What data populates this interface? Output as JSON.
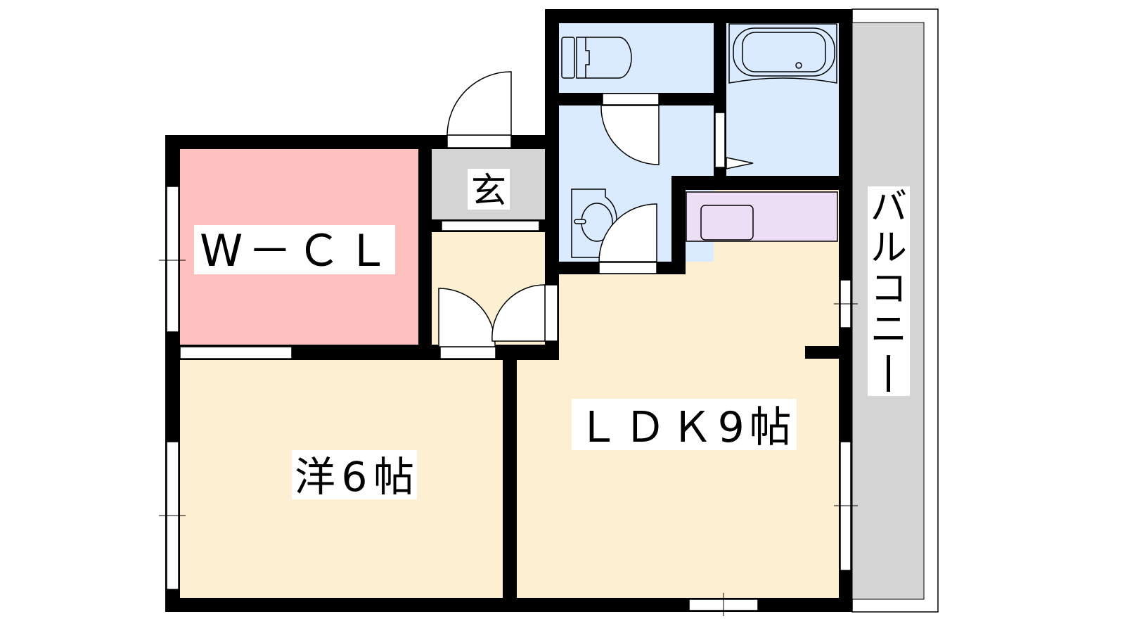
{
  "rooms": {
    "wcl": "W－ＣＬ",
    "genkan": "玄",
    "western": "洋6帖",
    "ldk": "ＬＤＫ9帖",
    "balcony": [
      "バ",
      "ル",
      "コ",
      "ニ",
      "ー"
    ]
  },
  "colors": {
    "wcl": "#FFC0C0",
    "floor": "#FDF0D2",
    "wet": "#DBEBFF",
    "genkan": "#D4D4D4",
    "balcony": "#D4D4D4",
    "kitchen": "#EDDDF5",
    "wall": "#000000"
  }
}
